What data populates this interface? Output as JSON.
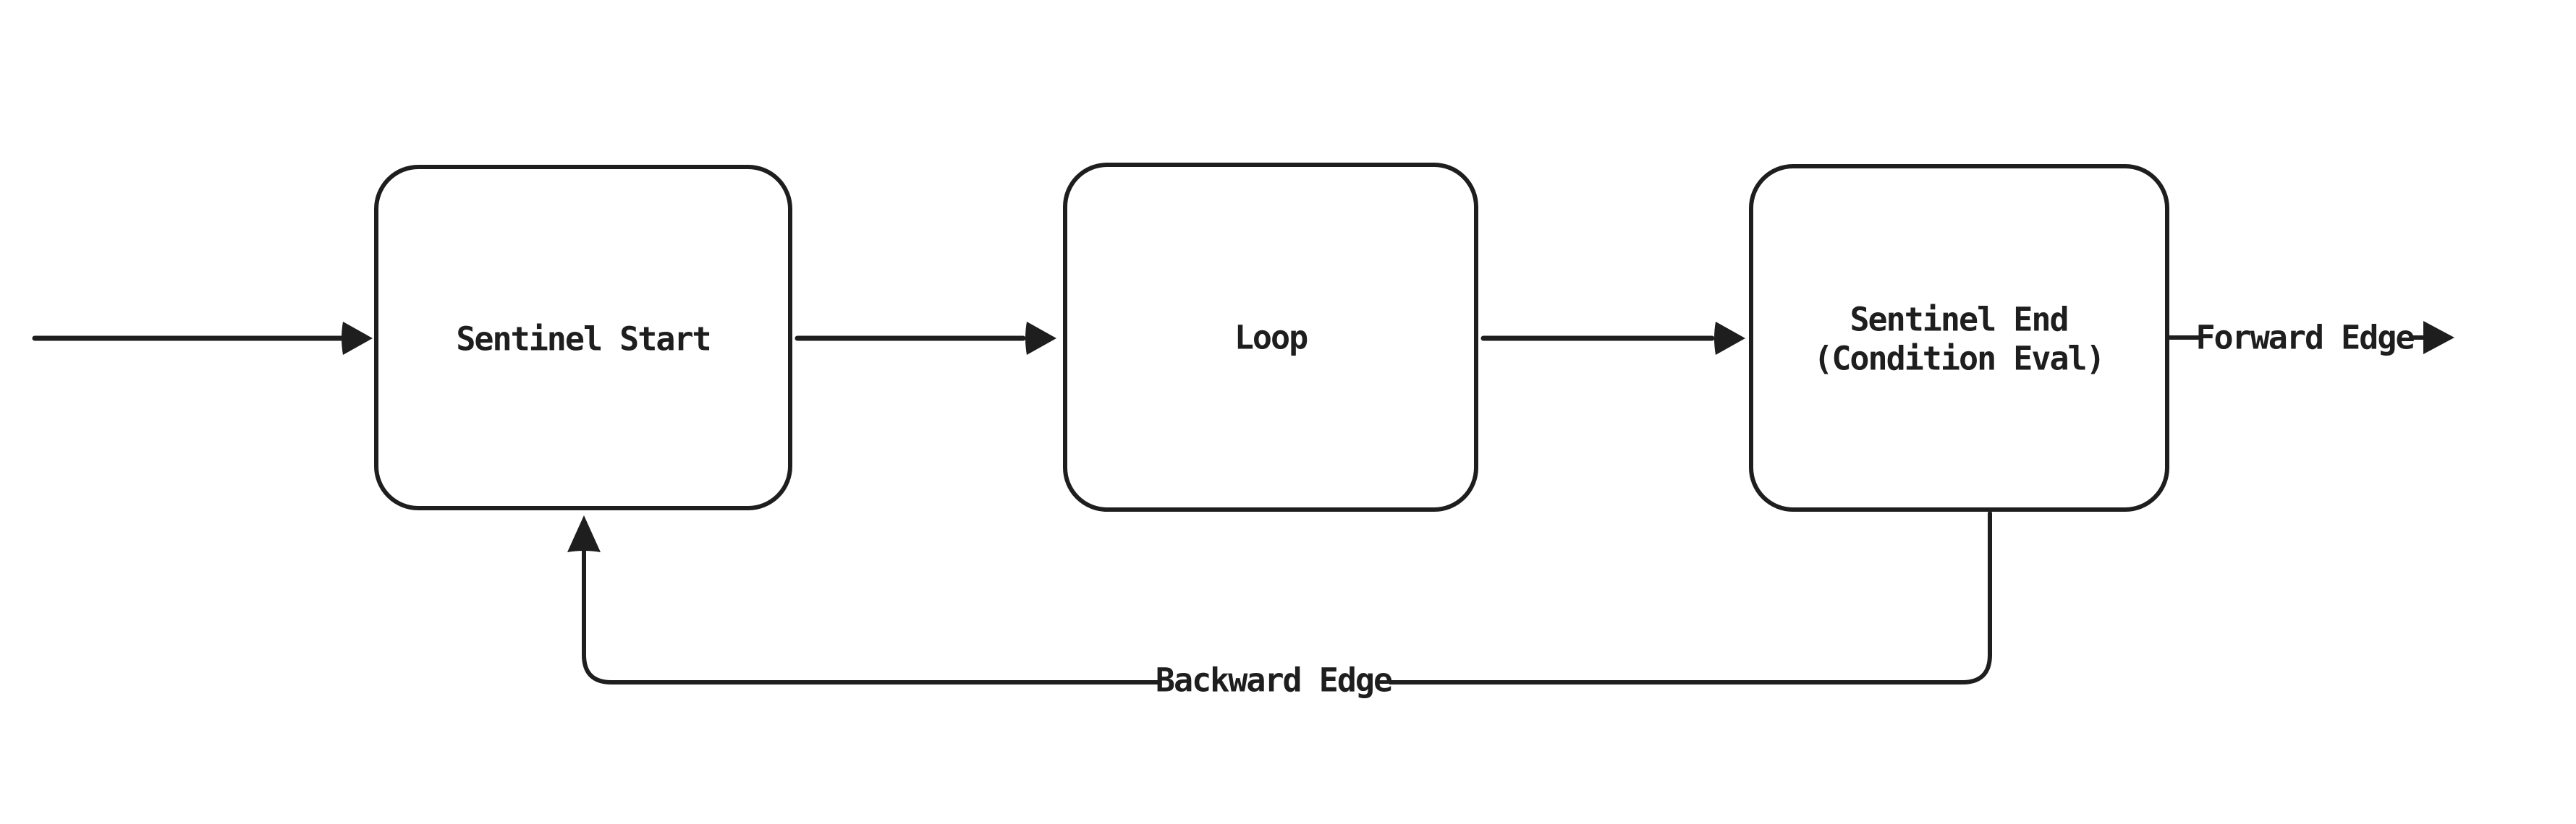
{
  "canvas": {
    "background": "#ffffff",
    "stroke_color": "#1e1e1e"
  },
  "nodes": [
    {
      "id": "sentinel-start",
      "label": "Sentinel Start"
    },
    {
      "id": "loop",
      "label": "Loop"
    },
    {
      "id": "sentinel-end",
      "label_line1": "Sentinel End",
      "label_line2": "(Condition Eval)"
    }
  ],
  "edges": {
    "forward": {
      "label": "Forward Edge"
    },
    "backward": {
      "label": "Backward Edge"
    }
  }
}
